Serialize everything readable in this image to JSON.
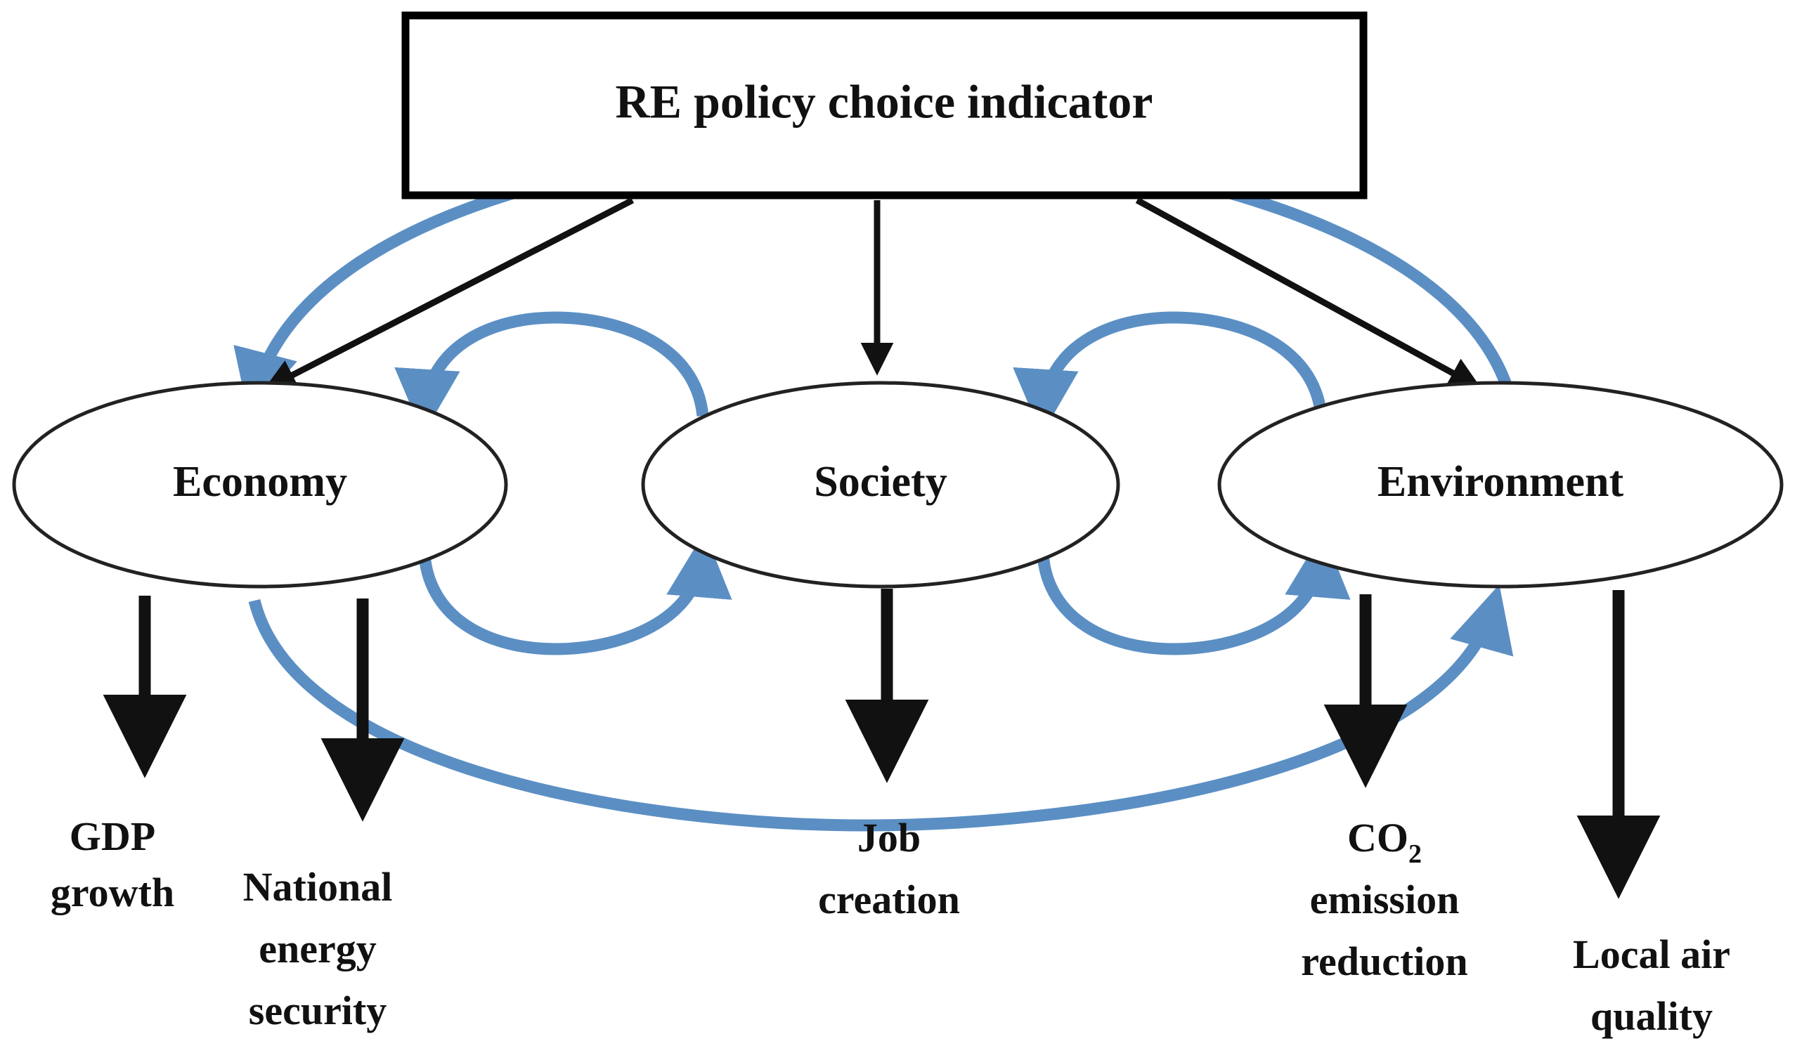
{
  "diagram": {
    "title_box": {
      "label": "RE policy choice indicator",
      "border_color": "#000000",
      "fill": "#ffffff"
    },
    "pillars": [
      {
        "id": "economy",
        "label": "Economy"
      },
      {
        "id": "society",
        "label": "Society"
      },
      {
        "id": "environment",
        "label": "Environment"
      }
    ],
    "indicators": [
      {
        "id": "gdp-growth",
        "lines": [
          "GDP",
          "growth"
        ],
        "parent": "economy"
      },
      {
        "id": "national-energy-security",
        "lines": [
          "National",
          "energy",
          "security"
        ],
        "parent": "economy"
      },
      {
        "id": "job-creation",
        "lines": [
          "Job",
          "creation"
        ],
        "parent": "society"
      },
      {
        "id": "co2-emission-reduction",
        "lines": [
          "CO",
          "emission",
          "reduction"
        ],
        "subscript": "2",
        "parent": "environment"
      },
      {
        "id": "local-air-quality",
        "lines": [
          "Local air",
          "quality"
        ],
        "parent": "environment"
      }
    ],
    "colors": {
      "arrow_black": "#111111",
      "arrow_blue": "#5B8FC4",
      "outline": "#222222",
      "background": "#ffffff"
    },
    "relations": {
      "black_arrows_from_box": [
        "economy",
        "society",
        "environment"
      ],
      "blue_feedback_loops": [
        {
          "between": [
            "economy",
            "society"
          ],
          "style": "bidirectional-oval"
        },
        {
          "between": [
            "society",
            "environment"
          ],
          "style": "bidirectional-oval"
        },
        {
          "between": [
            "economy",
            "environment"
          ],
          "style": "bidirectional-outer-ellipse"
        }
      ]
    }
  }
}
